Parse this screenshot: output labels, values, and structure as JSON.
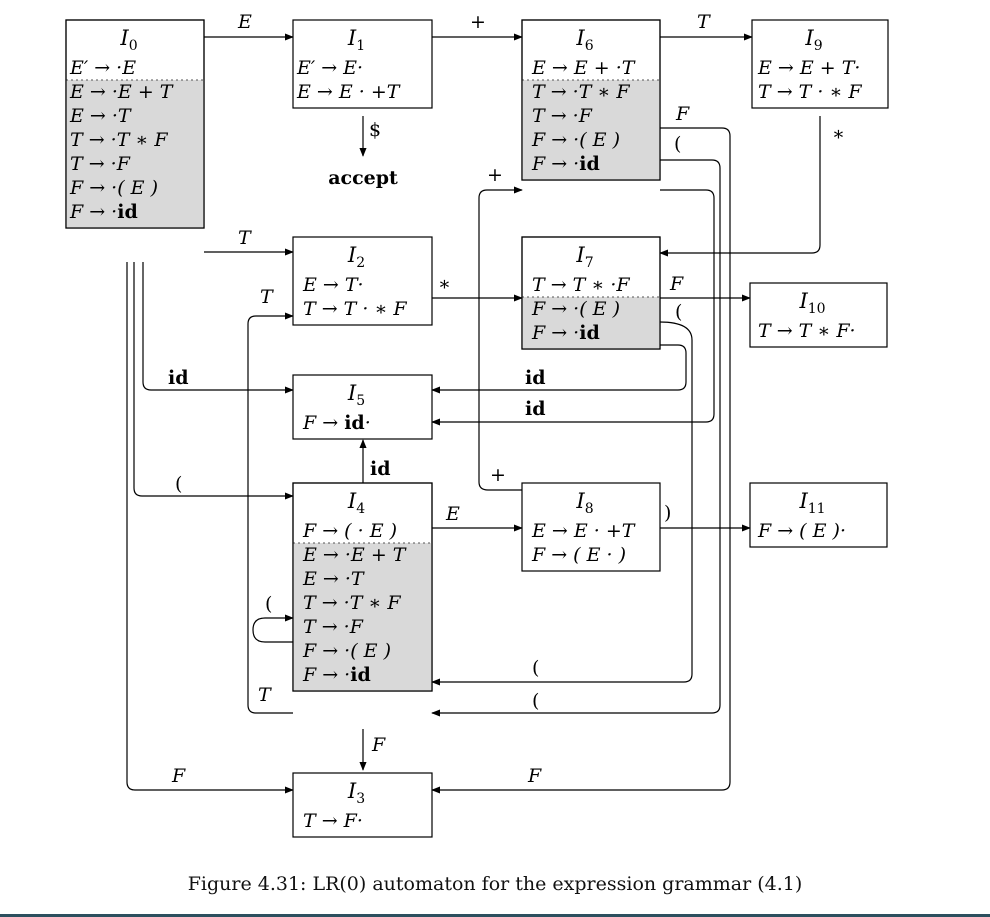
{
  "caption": "Figure 4.31: LR(0) automaton for the expression grammar (4.1)",
  "accept_label": "accept",
  "states": {
    "I0": {
      "name": "I",
      "sub": "0",
      "kernel": [
        "E′ → ·E"
      ],
      "closure": [
        "E → ·E + T",
        "E → ·T",
        "T → ·T ∗ F",
        "T → ·F",
        "F → ·( E )",
        "F → ·id"
      ]
    },
    "I1": {
      "name": "I",
      "sub": "1",
      "kernel": [
        "E′ → E·",
        "E → E · +T"
      ],
      "closure": []
    },
    "I2": {
      "name": "I",
      "sub": "2",
      "kernel": [
        "E → T·",
        "T → T · ∗ F"
      ],
      "closure": []
    },
    "I3": {
      "name": "I",
      "sub": "3",
      "kernel": [
        "T → F·"
      ],
      "closure": []
    },
    "I4": {
      "name": "I",
      "sub": "4",
      "kernel": [
        "F → (  · E )"
      ],
      "closure": [
        "E → ·E + T",
        "E → ·T",
        "T → ·T ∗ F",
        "T → ·F",
        "F → ·( E )",
        "F → ·id"
      ]
    },
    "I5": {
      "name": "I",
      "sub": "5",
      "kernel": [
        "F → id·"
      ],
      "closure": []
    },
    "I6": {
      "name": "I",
      "sub": "6",
      "kernel": [
        "E → E + ·T"
      ],
      "closure": [
        "T → ·T ∗ F",
        "T → ·F",
        "F → ·( E )",
        "F → ·id"
      ]
    },
    "I7": {
      "name": "I",
      "sub": "7",
      "kernel": [
        "T → T ∗ ·F"
      ],
      "closure": [
        "F → ·( E )",
        "F → ·id"
      ]
    },
    "I8": {
      "name": "I",
      "sub": "8",
      "kernel": [
        "E → E · +T",
        "F → ( E · )"
      ],
      "closure": []
    },
    "I9": {
      "name": "I",
      "sub": "9",
      "kernel": [
        "E → E + T·",
        "T → T · ∗ F"
      ],
      "closure": []
    },
    "I10": {
      "name": "I",
      "sub": "10",
      "kernel": [
        "T → T ∗ F·"
      ],
      "closure": []
    },
    "I11": {
      "name": "I",
      "sub": "11",
      "kernel": [
        "F → ( E )·"
      ],
      "closure": []
    }
  },
  "edge_labels": {
    "i0_i1": "E",
    "i1_i6": "+",
    "i6_i9": "T",
    "i1_accept": "$",
    "i0_i2": "T",
    "i2_i7": "∗",
    "i7_i10": "F",
    "i9_i7": "∗",
    "i0_i5": "id",
    "i7_i5": "id",
    "i6_i5": "id",
    "i6_i3": "F",
    "i6_i4": "(",
    "i7_i4": "(",
    "i8_i6": "+",
    "i0_i4": "(",
    "i4_i5": "id",
    "i4_i8": "E",
    "i8_i11": ")",
    "i4_i4": "(",
    "i4_i2": "T",
    "i2_self_in": "T",
    "i4_i3": "F",
    "i0_i3": "F",
    "i6_i3_bottom": "F",
    "i7_i4_bottom": "(",
    "i6_i4_bottom": "("
  }
}
